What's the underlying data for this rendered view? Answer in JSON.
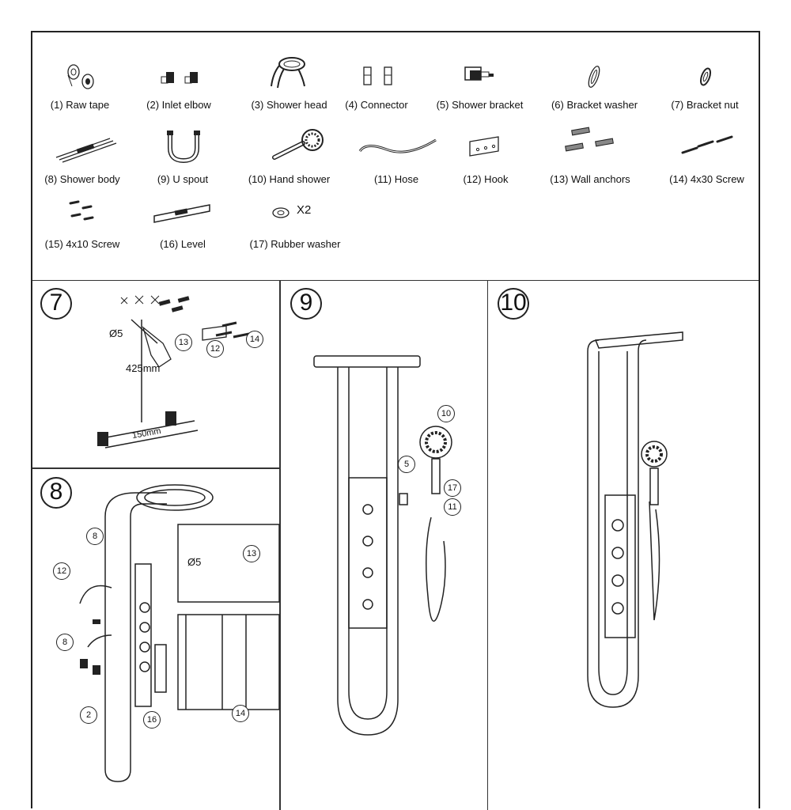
{
  "parts": [
    {
      "label": "(1) Raw tape",
      "icon": "raw-tape-icon"
    },
    {
      "label": "(2) Inlet elbow",
      "icon": "inlet-elbow-icon"
    },
    {
      "label": "(3) Shower head",
      "icon": "shower-head-icon"
    },
    {
      "label": "(4) Connector",
      "icon": "connector-icon"
    },
    {
      "label": "(5) Shower bracket",
      "icon": "shower-bracket-icon"
    },
    {
      "label": "(6) Bracket washer",
      "icon": "bracket-washer-icon"
    },
    {
      "label": "(7) Bracket nut",
      "icon": "bracket-nut-icon"
    },
    {
      "label": "(8) Shower body",
      "icon": "shower-body-icon"
    },
    {
      "label": "(9) U spout",
      "icon": "u-spout-icon"
    },
    {
      "label": "(10) Hand shower",
      "icon": "hand-shower-icon"
    },
    {
      "label": "(11) Hose",
      "icon": "hose-icon"
    },
    {
      "label": "(12) Hook",
      "icon": "hook-icon"
    },
    {
      "label": "(13) Wall anchors",
      "icon": "wall-anchors-icon"
    },
    {
      "label": "(14) 4x30 Screw",
      "icon": "screw-long-icon"
    },
    {
      "label": "(15) 4x10 Screw",
      "icon": "screw-short-icon"
    },
    {
      "label": "(16) Level",
      "icon": "level-icon"
    },
    {
      "label": "(17) Rubber washer",
      "icon": "rubber-washer-icon"
    }
  ],
  "rubber_washer_qty": "X2",
  "steps": {
    "s7": {
      "num": "7",
      "drill": "Ø5",
      "c13": "13",
      "c12": "12",
      "c14": "14",
      "height": "425mm",
      "spacing": "150mm"
    },
    "s8": {
      "num": "8",
      "c8a": "8",
      "c12": "12",
      "c8b": "8",
      "c2": "2",
      "c16": "16",
      "drill": "Ø5",
      "c13": "13",
      "c14": "14"
    },
    "s9": {
      "num": "9",
      "c10": "10",
      "c5": "5",
      "c17": "17",
      "c11": "11"
    },
    "s10": {
      "num": "10"
    }
  }
}
